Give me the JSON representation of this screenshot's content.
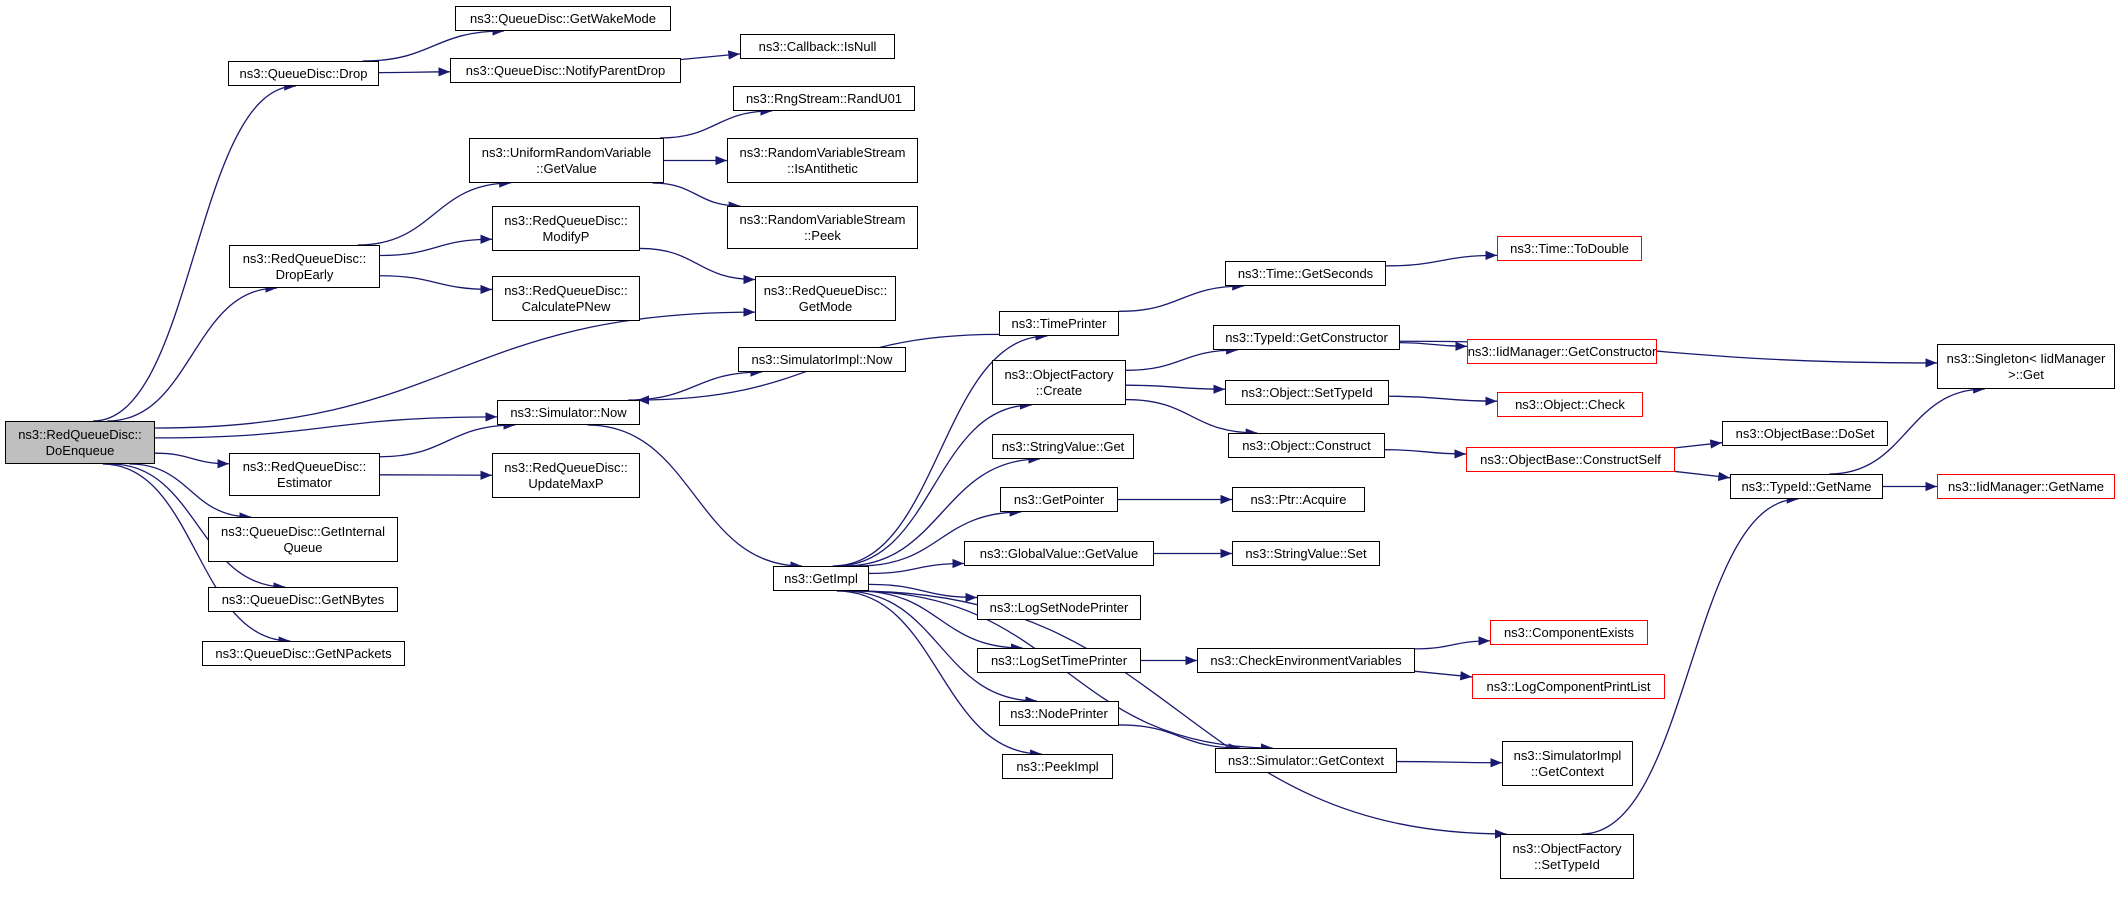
{
  "graph": {
    "edge_color": "#191970",
    "root_fill": "#bfbfbf",
    "external_border": "#ff0000",
    "nodes": [
      {
        "id": "root",
        "lines": [
          "ns3::RedQueueDisc::",
          "DoEnqueue"
        ],
        "root": true
      },
      {
        "id": "qd_drop",
        "lines": [
          "ns3::QueueDisc::Drop"
        ]
      },
      {
        "id": "qd_wake",
        "lines": [
          "ns3::QueueDisc::GetWakeMode"
        ]
      },
      {
        "id": "qd_notify",
        "lines": [
          "ns3::QueueDisc::NotifyParentDrop"
        ]
      },
      {
        "id": "cb_isnull",
        "lines": [
          "ns3::Callback::IsNull"
        ]
      },
      {
        "id": "rng_randu01",
        "lines": [
          "ns3::RngStream::RandU01"
        ]
      },
      {
        "id": "urv_getvalue",
        "lines": [
          "ns3::UniformRandomVariable",
          "::GetValue"
        ]
      },
      {
        "id": "rvs_isanti",
        "lines": [
          "ns3::RandomVariableStream",
          "::IsAntithetic"
        ]
      },
      {
        "id": "rvs_peek",
        "lines": [
          "ns3::RandomVariableStream",
          "::Peek"
        ]
      },
      {
        "id": "red_dropearly",
        "lines": [
          "ns3::RedQueueDisc::",
          "DropEarly"
        ]
      },
      {
        "id": "red_modifyp",
        "lines": [
          "ns3::RedQueueDisc::",
          "ModifyP"
        ]
      },
      {
        "id": "red_calcpnew",
        "lines": [
          "ns3::RedQueueDisc::",
          "CalculatePNew"
        ]
      },
      {
        "id": "red_getmode",
        "lines": [
          "ns3::RedQueueDisc::",
          "GetMode"
        ]
      },
      {
        "id": "time_todouble",
        "lines": [
          "ns3::Time::ToDouble"
        ],
        "external": true
      },
      {
        "id": "time_getseconds",
        "lines": [
          "ns3::Time::GetSeconds"
        ]
      },
      {
        "id": "timeprinter",
        "lines": [
          "ns3::TimePrinter"
        ]
      },
      {
        "id": "simimpl_now",
        "lines": [
          "ns3::SimulatorImpl::Now"
        ]
      },
      {
        "id": "sim_now",
        "lines": [
          "ns3::Simulator::Now"
        ]
      },
      {
        "id": "of_create",
        "lines": [
          "ns3::ObjectFactory",
          "::Create"
        ]
      },
      {
        "id": "tid_getctor",
        "lines": [
          "ns3::TypeId::GetConstructor"
        ]
      },
      {
        "id": "iid_getctor",
        "lines": [
          "ns3::IidManager::GetConstructor"
        ],
        "external": true
      },
      {
        "id": "singleton_get",
        "lines": [
          "ns3::Singleton< IidManager",
          ">::Get"
        ]
      },
      {
        "id": "obj_settypeid",
        "lines": [
          "ns3::Object::SetTypeId"
        ]
      },
      {
        "id": "obj_check",
        "lines": [
          "ns3::Object::Check"
        ],
        "external": true
      },
      {
        "id": "obj_construct",
        "lines": [
          "ns3::Object::Construct"
        ]
      },
      {
        "id": "ob_constructself",
        "lines": [
          "ns3::ObjectBase::ConstructSelf"
        ],
        "external": true
      },
      {
        "id": "ob_doset",
        "lines": [
          "ns3::ObjectBase::DoSet"
        ]
      },
      {
        "id": "tid_getname",
        "lines": [
          "ns3::TypeId::GetName"
        ]
      },
      {
        "id": "iid_getname",
        "lines": [
          "ns3::IidManager::GetName"
        ],
        "external": true
      },
      {
        "id": "red_estimator",
        "lines": [
          "ns3::RedQueueDisc::",
          "Estimator"
        ]
      },
      {
        "id": "red_updatemaxp",
        "lines": [
          "ns3::RedQueueDisc::",
          "UpdateMaxP"
        ]
      },
      {
        "id": "sv_get",
        "lines": [
          "ns3::StringValue::Get"
        ]
      },
      {
        "id": "qd_getinternal",
        "lines": [
          "ns3::QueueDisc::GetInternal",
          "Queue"
        ]
      },
      {
        "id": "getpointer",
        "lines": [
          "ns3::GetPointer"
        ]
      },
      {
        "id": "ptr_acquire",
        "lines": [
          "ns3::Ptr::Acquire"
        ]
      },
      {
        "id": "gv_getvalue",
        "lines": [
          "ns3::GlobalValue::GetValue"
        ]
      },
      {
        "id": "sv_set",
        "lines": [
          "ns3::StringValue::Set"
        ]
      },
      {
        "id": "getimpl",
        "lines": [
          "ns3::GetImpl"
        ]
      },
      {
        "id": "qd_getnbytes",
        "lines": [
          "ns3::QueueDisc::GetNBytes"
        ]
      },
      {
        "id": "logsetnodeprinter",
        "lines": [
          "ns3::LogSetNodePrinter"
        ]
      },
      {
        "id": "qd_getnpackets",
        "lines": [
          "ns3::QueueDisc::GetNPackets"
        ]
      },
      {
        "id": "logsettimeprinter",
        "lines": [
          "ns3::LogSetTimePrinter"
        ]
      },
      {
        "id": "checkenv",
        "lines": [
          "ns3::CheckEnvironmentVariables"
        ]
      },
      {
        "id": "compexists",
        "lines": [
          "ns3::ComponentExists"
        ],
        "external": true
      },
      {
        "id": "logcompprint",
        "lines": [
          "ns3::LogComponentPrintList"
        ],
        "external": true
      },
      {
        "id": "nodeprinter",
        "lines": [
          "ns3::NodePrinter"
        ]
      },
      {
        "id": "peekimpl",
        "lines": [
          "ns3::PeekImpl"
        ]
      },
      {
        "id": "sim_getcontext",
        "lines": [
          "ns3::Simulator::GetContext"
        ]
      },
      {
        "id": "simimpl_getcontext",
        "lines": [
          "ns3::SimulatorImpl",
          "::GetContext"
        ]
      },
      {
        "id": "of_settypeid",
        "lines": [
          "ns3::ObjectFactory",
          "::SetTypeId"
        ]
      }
    ],
    "edges": [
      [
        "root",
        "qd_drop"
      ],
      [
        "root",
        "red_dropearly"
      ],
      [
        "root",
        "red_getmode"
      ],
      [
        "root",
        "sim_now"
      ],
      [
        "root",
        "red_estimator"
      ],
      [
        "root",
        "qd_getinternal"
      ],
      [
        "root",
        "qd_getnbytes"
      ],
      [
        "root",
        "qd_getnpackets"
      ],
      [
        "qd_drop",
        "qd_wake"
      ],
      [
        "qd_drop",
        "qd_notify"
      ],
      [
        "qd_notify",
        "cb_isnull"
      ],
      [
        "red_dropearly",
        "urv_getvalue"
      ],
      [
        "red_dropearly",
        "red_modifyp"
      ],
      [
        "red_dropearly",
        "red_calcpnew"
      ],
      [
        "urv_getvalue",
        "rng_randu01"
      ],
      [
        "urv_getvalue",
        "rvs_isanti"
      ],
      [
        "urv_getvalue",
        "rvs_peek"
      ],
      [
        "red_modifyp",
        "red_getmode"
      ],
      [
        "red_estimator",
        "sim_now"
      ],
      [
        "red_estimator",
        "red_updatemaxp"
      ],
      [
        "sim_now",
        "simimpl_now"
      ],
      [
        "sim_now",
        "getimpl"
      ],
      [
        "getimpl",
        "timeprinter"
      ],
      [
        "getimpl",
        "of_create"
      ],
      [
        "getimpl",
        "sv_get"
      ],
      [
        "getimpl",
        "getpointer"
      ],
      [
        "getimpl",
        "gv_getvalue"
      ],
      [
        "getimpl",
        "logsetnodeprinter"
      ],
      [
        "getimpl",
        "logsettimeprinter"
      ],
      [
        "getimpl",
        "nodeprinter"
      ],
      [
        "getimpl",
        "peekimpl"
      ],
      [
        "getimpl",
        "sim_getcontext"
      ],
      [
        "getimpl",
        "of_settypeid"
      ],
      [
        "timeprinter",
        "sim_now"
      ],
      [
        "timeprinter",
        "time_getseconds"
      ],
      [
        "time_getseconds",
        "time_todouble"
      ],
      [
        "of_create",
        "tid_getctor"
      ],
      [
        "of_create",
        "obj_settypeid"
      ],
      [
        "of_create",
        "obj_construct"
      ],
      [
        "tid_getctor",
        "iid_getctor"
      ],
      [
        "tid_getctor",
        "singleton_get"
      ],
      [
        "obj_settypeid",
        "obj_check"
      ],
      [
        "obj_construct",
        "ob_constructself"
      ],
      [
        "ob_constructself",
        "ob_doset"
      ],
      [
        "ob_constructself",
        "tid_getname"
      ],
      [
        "tid_getname",
        "singleton_get"
      ],
      [
        "tid_getname",
        "iid_getname"
      ],
      [
        "getpointer",
        "ptr_acquire"
      ],
      [
        "gv_getvalue",
        "sv_set"
      ],
      [
        "logsettimeprinter",
        "checkenv"
      ],
      [
        "checkenv",
        "compexists"
      ],
      [
        "checkenv",
        "logcompprint"
      ],
      [
        "nodeprinter",
        "sim_getcontext"
      ],
      [
        "sim_getcontext",
        "simimpl_getcontext"
      ],
      [
        "of_settypeid",
        "tid_getname"
      ]
    ]
  }
}
